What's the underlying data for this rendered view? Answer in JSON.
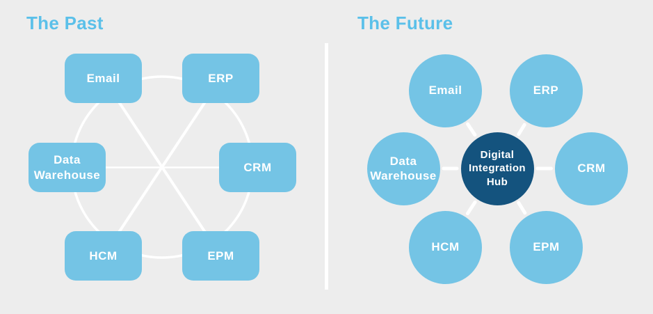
{
  "colors": {
    "background": "#ededed",
    "node_blue": "#74c4e5",
    "hub_navy": "#14537e",
    "title_blue": "#5bc0e9",
    "connector": "#ffffff",
    "label_text": "#ffffff"
  },
  "past": {
    "title": "The Past",
    "nodes": [
      {
        "id": "email",
        "label": "Email"
      },
      {
        "id": "erp",
        "label": "ERP"
      },
      {
        "id": "data-warehouse",
        "label": "Data Warehouse"
      },
      {
        "id": "crm",
        "label": "CRM"
      },
      {
        "id": "hcm",
        "label": "HCM"
      },
      {
        "id": "epm",
        "label": "EPM"
      }
    ]
  },
  "future": {
    "title": "The Future",
    "hub_label": "Digital Integration Hub",
    "nodes": [
      {
        "id": "email",
        "label": "Email"
      },
      {
        "id": "erp",
        "label": "ERP"
      },
      {
        "id": "data-warehouse",
        "label": "Data Warehouse"
      },
      {
        "id": "crm",
        "label": "CRM"
      },
      {
        "id": "hcm",
        "label": "HCM"
      },
      {
        "id": "epm",
        "label": "EPM"
      }
    ]
  }
}
